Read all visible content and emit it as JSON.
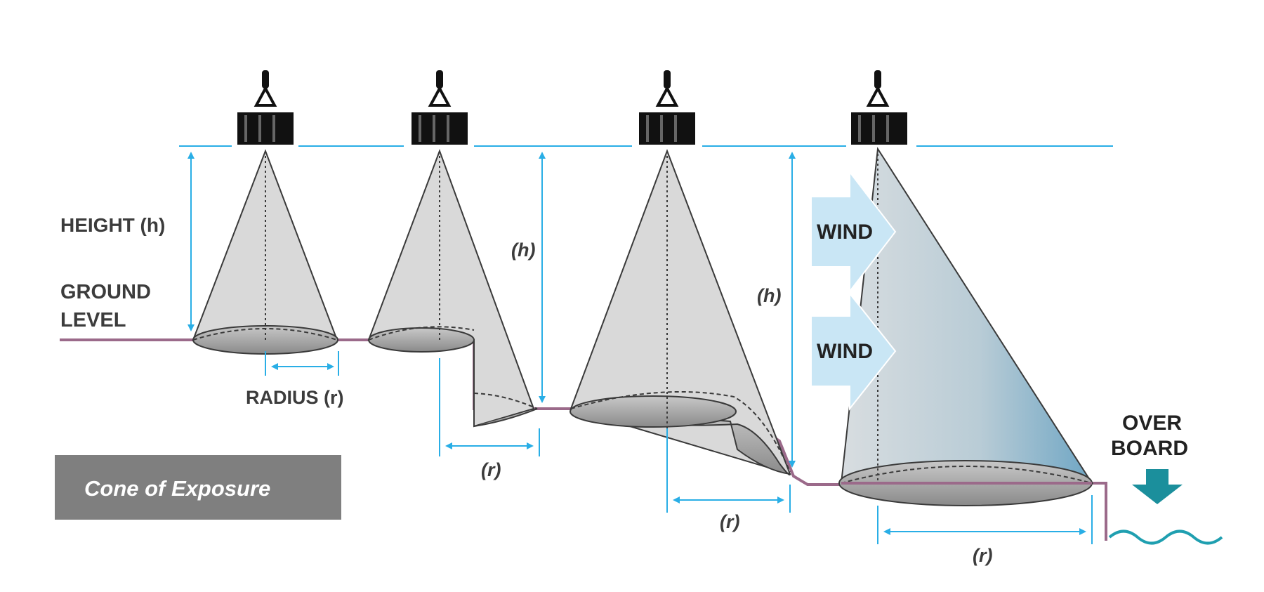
{
  "labels": {
    "height": "HEIGHT (h)",
    "ground_level_1": "GROUND",
    "ground_level_2": "LEVEL",
    "radius": "RADIUS (r)",
    "h_short": "(h)",
    "r_short": "(r)",
    "wind": "WIND",
    "overboard_1": "OVER",
    "overboard_2": "BOARD",
    "cone_of_exposure": "Cone of Exposure"
  },
  "colors": {
    "dimension": "#29aee6",
    "ground": "#9b6a8a",
    "cone_fill": "#d9d9d9",
    "cone_stroke": "#3a3a3a",
    "wind_arrow": "#c9e6f5",
    "overboard_arrow": "#1b8f9c",
    "water": "#1f9fb0",
    "badge": "#7f7f7f"
  }
}
